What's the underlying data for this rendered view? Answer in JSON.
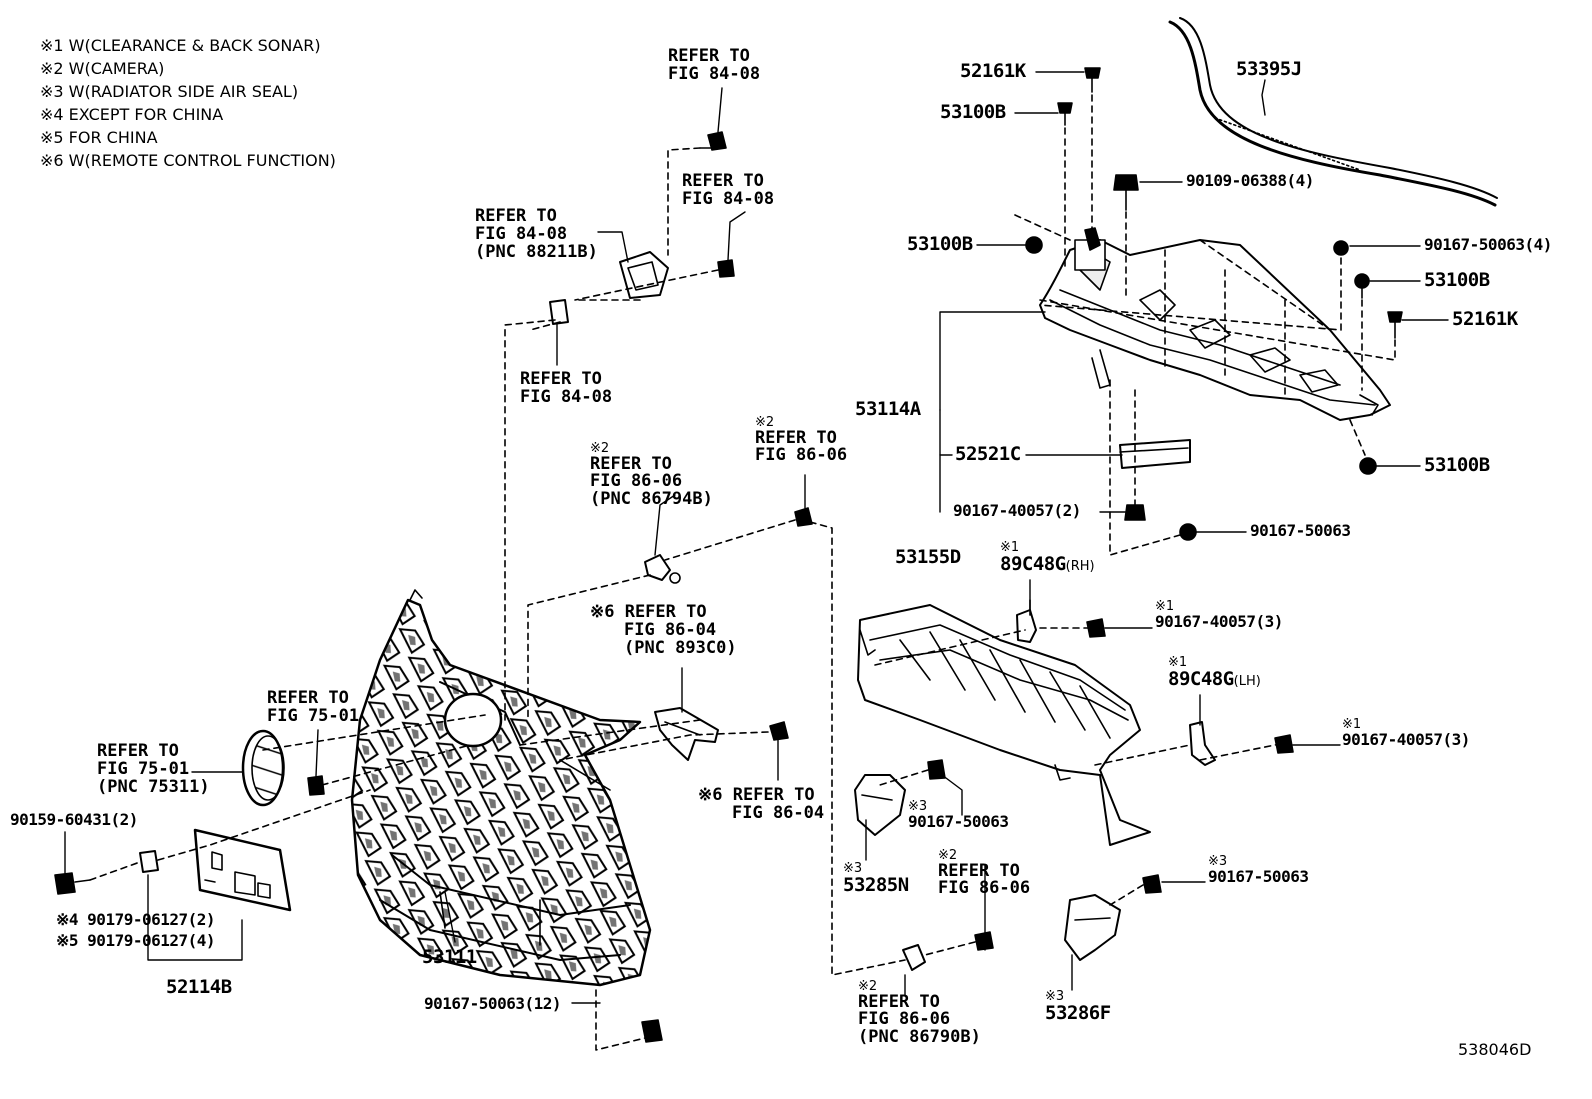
{
  "notes": [
    "※1 W(CLEARANCE & BACK SONAR)",
    "※2 W(CAMERA)",
    "※3 W(RADIATOR SIDE AIR SEAL)",
    "※4 EXCEPT FOR CHINA",
    "※5 FOR CHINA",
    "※6 W(REMOTE CONTROL FUNCTION)"
  ],
  "labels": {
    "ref_8408_top": [
      "REFER TO",
      "FIG 84-08"
    ],
    "ref_8408_right": [
      "REFER TO",
      "FIG 84-08"
    ],
    "ref_8408_sensor": [
      "REFER TO",
      "FIG 84-08",
      "(PNC 88211B)"
    ],
    "ref_8408_lower": [
      "REFER TO",
      "FIG 84-08"
    ],
    "ref_8606_camera": [
      "※2",
      "REFER TO",
      "FIG 86-06",
      "(PNC 86794B)"
    ],
    "ref_8606_bolt": [
      "※2",
      "REFER TO",
      "FIG 86-06"
    ],
    "ref_8604_bracket": [
      "※6 REFER TO",
      "FIG 86-04",
      "(PNC 893C0)"
    ],
    "ref_8604_bolt": [
      "※6 REFER TO",
      "FIG 86-04"
    ],
    "ref_7501_clip": [
      "REFER TO",
      "FIG 75-01"
    ],
    "ref_7501_emblem": [
      "REFER TO",
      "FIG 75-01",
      "(PNC 75311)"
    ],
    "ref_8606_lower_bolt": [
      "※2",
      "REFER TO",
      "FIG 86-06"
    ],
    "ref_8606_lower_cam": [
      "※2",
      "REFER TO",
      "FIG 86-06",
      "(PNC 86790B)"
    ],
    "p52161K_top": "52161K",
    "p53100B_top": "53100B",
    "p53395J": "53395J",
    "p90109": "90109-06388(4)",
    "p53100B_left": "53100B",
    "p90167_50063_4": "90167-50063(4)",
    "p53100B_right": "53100B",
    "p52161K_right": "52161K",
    "p53114A": "53114A",
    "p52521C": "52521C",
    "p90167_40057_2": "90167-40057(2)",
    "p53100B_bottom": "53100B",
    "p90167_50063_a": "90167-50063",
    "p53155D": "53155D",
    "p89C48G_rh_note": "※1",
    "p89C48G_rh": "89C48G",
    "p89C48G_rh_side": "(RH)",
    "p90167_40057_3a_note": "※1",
    "p90167_40057_3a": "90167-40057(3)",
    "p89C48G_lh_note": "※1",
    "p89C48G_lh": "89C48G",
    "p89C48G_lh_side": "(LH)",
    "p90167_40057_3b_note": "※1",
    "p90167_40057_3b": "90167-40057(3)",
    "p90167_50063_b_note": "※3",
    "p90167_50063_b": "90167-50063",
    "p53285N_note": "※3",
    "p53285N": "53285N",
    "p90167_50063_c_note": "※3",
    "p90167_50063_c": "90167-50063",
    "p53286F_note": "※3",
    "p53286F": "53286F",
    "p90159": "90159-60431(2)",
    "p90179_4": "※4 90179-06127(2)",
    "p90179_5": "※5 90179-06127(4)",
    "p52114B": "52114B",
    "p53111": "53111",
    "p90167_50063_12": "90167-50063(12)",
    "figure_code": "538046D"
  }
}
